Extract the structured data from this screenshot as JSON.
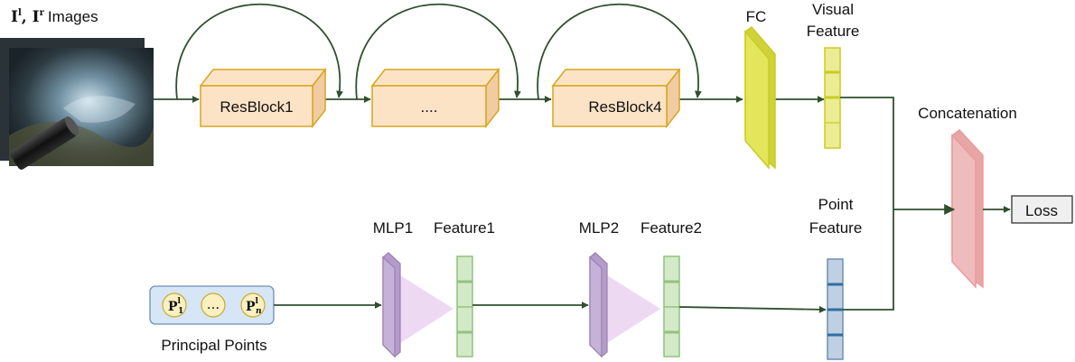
{
  "input": {
    "image_symbol_l": "I",
    "image_sup_l": "l",
    "image_symbol_r": "I",
    "image_sup_r": "r",
    "image_caption": "Images",
    "scene": "endoscopic-camera-image"
  },
  "resblocks": [
    {
      "label": "ResBlock1"
    },
    {
      "label": "...."
    },
    {
      "label": "ResBlock4"
    }
  ],
  "fc": {
    "label": "FC"
  },
  "visual_feature": {
    "line1": "Visual",
    "line2": "Feature"
  },
  "concatenation": {
    "label": "Concatenation"
  },
  "loss": {
    "label": "Loss"
  },
  "mlp1": {
    "label": "MLP1"
  },
  "feature1": {
    "label": "Feature1"
  },
  "mlp2": {
    "label": "MLP2"
  },
  "feature2": {
    "label": "Feature2"
  },
  "point_feature": {
    "line1": "Point",
    "line2": "Feature"
  },
  "principal_points": {
    "caption": "Principal Points",
    "first": {
      "symbol": "P",
      "sup": "l",
      "sub": "1"
    },
    "middle": "...",
    "last": {
      "symbol": "P",
      "sup": "l",
      "sub": "n"
    }
  },
  "colors": {
    "resblock_fill": "#fde3c6",
    "resblock_stroke": "#d8a61a",
    "fc_fill": "#e3e55a",
    "fc_stroke": "#c9cc22",
    "visual_fill": "#ecec94",
    "concat_fill": "#eebcbc",
    "concat_stroke": "#ee9a9a",
    "mlp_fill": "#c6b1d8",
    "mlp_stroke": "#9d83b8",
    "feature_fill": "#d4e9c8",
    "feature_stroke": "#8fc47e",
    "point_feature_fill": "#bfd0e3",
    "point_feature_stroke": "#6f8fb3",
    "wire": "#2f4f2f"
  }
}
